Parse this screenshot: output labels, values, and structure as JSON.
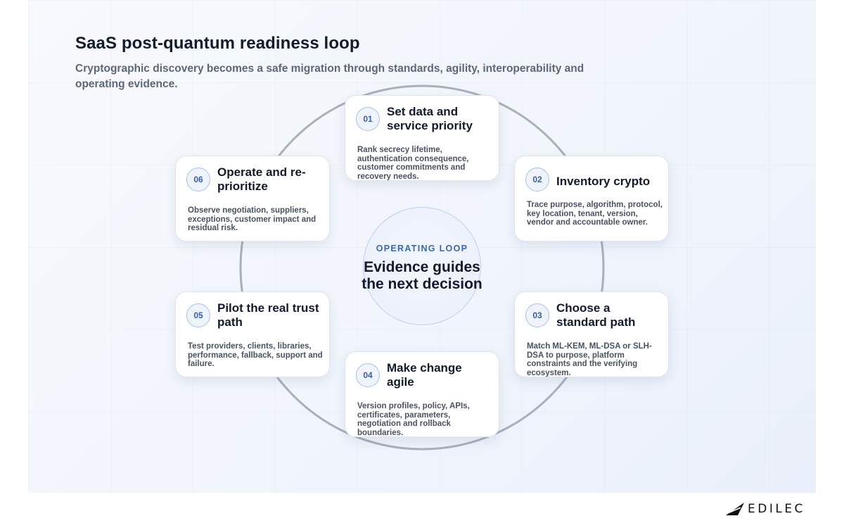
{
  "header": {
    "title": "SaaS post-quantum readiness loop",
    "subtitle": "Cryptographic discovery becomes a safe migration through standards, agility, interoperability and operating evidence."
  },
  "center": {
    "kicker": "OPERATING LOOP",
    "headline": "Evidence guides the next decision"
  },
  "steps": [
    {
      "number": "01",
      "title": "Set data and service priority",
      "description": "Rank secrecy lifetime, authentication consequence, customer commitments and recovery needs."
    },
    {
      "number": "02",
      "title": "Inventory crypto",
      "description": "Trace purpose, algorithm, protocol, key location, tenant, version, vendor and accountable owner."
    },
    {
      "number": "03",
      "title": "Choose a standard path",
      "description": "Match ML-KEM, ML-DSA or SLH-DSA to purpose, platform constraints and the verifying ecosystem."
    },
    {
      "number": "04",
      "title": "Make change agile",
      "description": "Version profiles, policy, APIs, certificates, parameters, negotiation and rollback boundaries."
    },
    {
      "number": "05",
      "title": "Pilot the real trust path",
      "description": "Test providers, clients, libraries, performance, fallback, support and failure."
    },
    {
      "number": "06",
      "title": "Operate and re-prioritize",
      "description": "Observe negotiation, suppliers, exceptions, customer impact and residual risk."
    }
  ],
  "brand": {
    "wordmark": "EDILEC"
  },
  "colors": {
    "ring": "#a9afbb",
    "accent": "#3a66b0",
    "badge_border": "#a9c0e6"
  }
}
